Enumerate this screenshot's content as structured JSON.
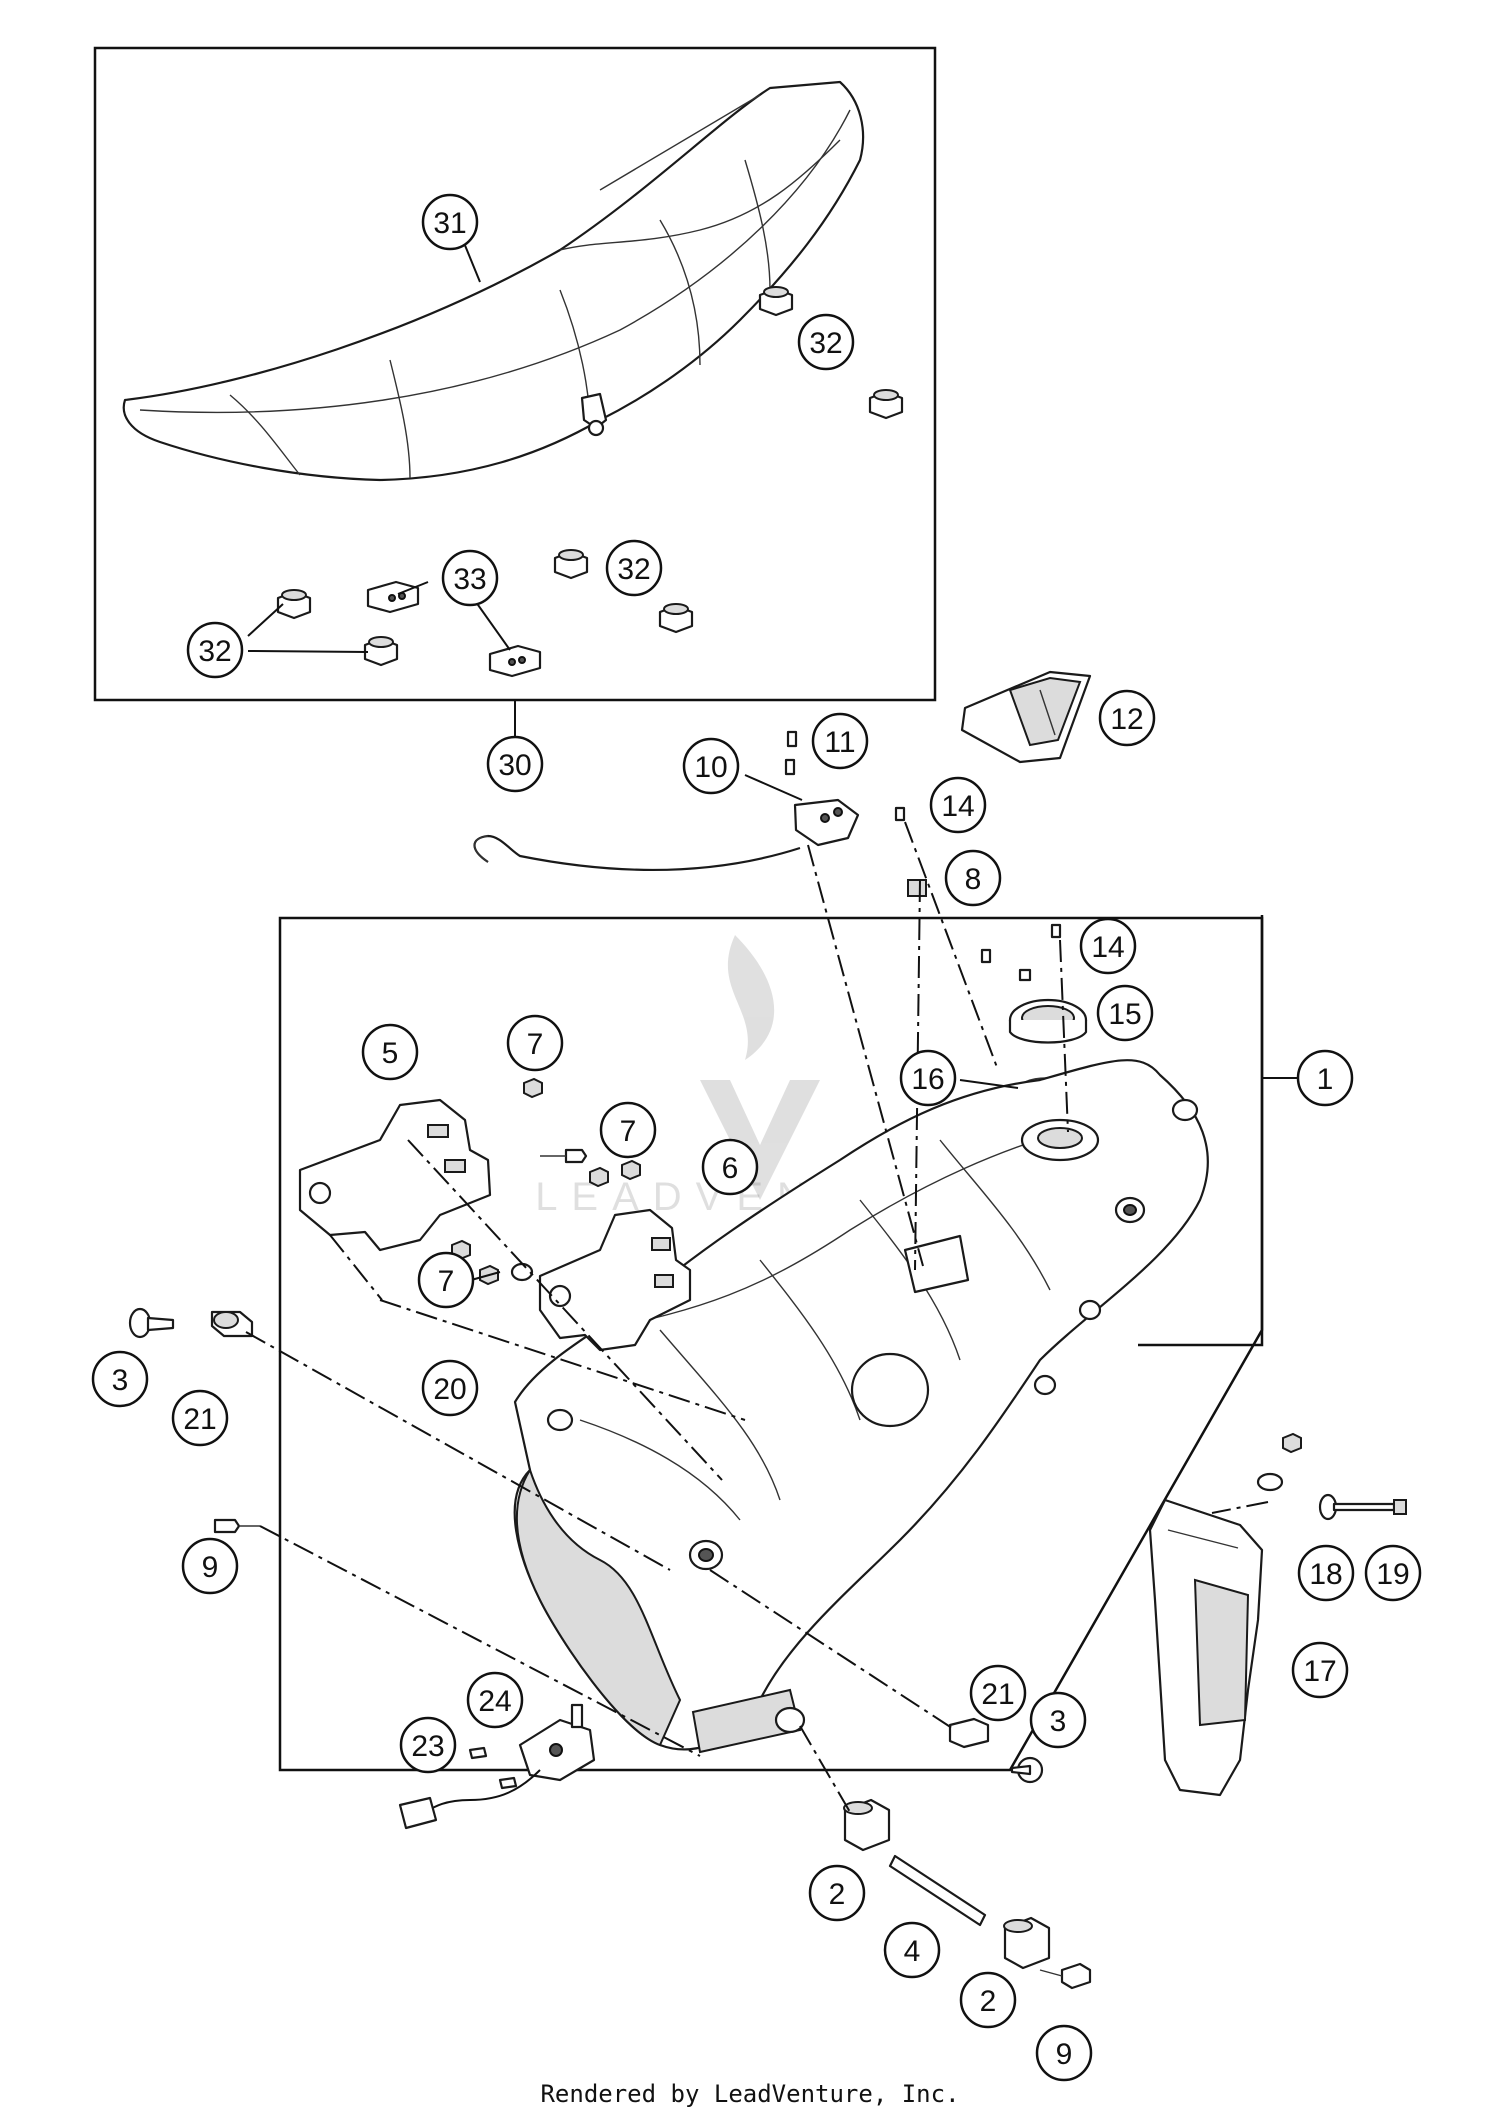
{
  "callouts": [
    {
      "id": "c31",
      "label": "31"
    },
    {
      "id": "c32a",
      "label": "32"
    },
    {
      "id": "c32b",
      "label": "32"
    },
    {
      "id": "c32c",
      "label": "32"
    },
    {
      "id": "c33",
      "label": "33"
    },
    {
      "id": "c30",
      "label": "30"
    },
    {
      "id": "c12",
      "label": "12"
    },
    {
      "id": "c11",
      "label": "11"
    },
    {
      "id": "c10",
      "label": "10"
    },
    {
      "id": "c14a",
      "label": "14"
    },
    {
      "id": "c8",
      "label": "8"
    },
    {
      "id": "c14b",
      "label": "14"
    },
    {
      "id": "c15",
      "label": "15"
    },
    {
      "id": "c1",
      "label": "1"
    },
    {
      "id": "c16",
      "label": "16"
    },
    {
      "id": "c5",
      "label": "5"
    },
    {
      "id": "c7a",
      "label": "7"
    },
    {
      "id": "c7b",
      "label": "7"
    },
    {
      "id": "c6",
      "label": "6"
    },
    {
      "id": "c7c",
      "label": "7"
    },
    {
      "id": "c20",
      "label": "20"
    },
    {
      "id": "c3a",
      "label": "3"
    },
    {
      "id": "c21a",
      "label": "21"
    },
    {
      "id": "c9a",
      "label": "9"
    },
    {
      "id": "c18",
      "label": "18"
    },
    {
      "id": "c19",
      "label": "19"
    },
    {
      "id": "c17",
      "label": "17"
    },
    {
      "id": "c24",
      "label": "24"
    },
    {
      "id": "c23",
      "label": "23"
    },
    {
      "id": "c21b",
      "label": "21"
    },
    {
      "id": "c3b",
      "label": "3"
    },
    {
      "id": "c2a",
      "label": "2"
    },
    {
      "id": "c4",
      "label": "4"
    },
    {
      "id": "c2b",
      "label": "2"
    },
    {
      "id": "c9b",
      "label": "9"
    }
  ],
  "watermark": "LEADVENTURE",
  "footer": "Rendered by LeadVenture, Inc."
}
